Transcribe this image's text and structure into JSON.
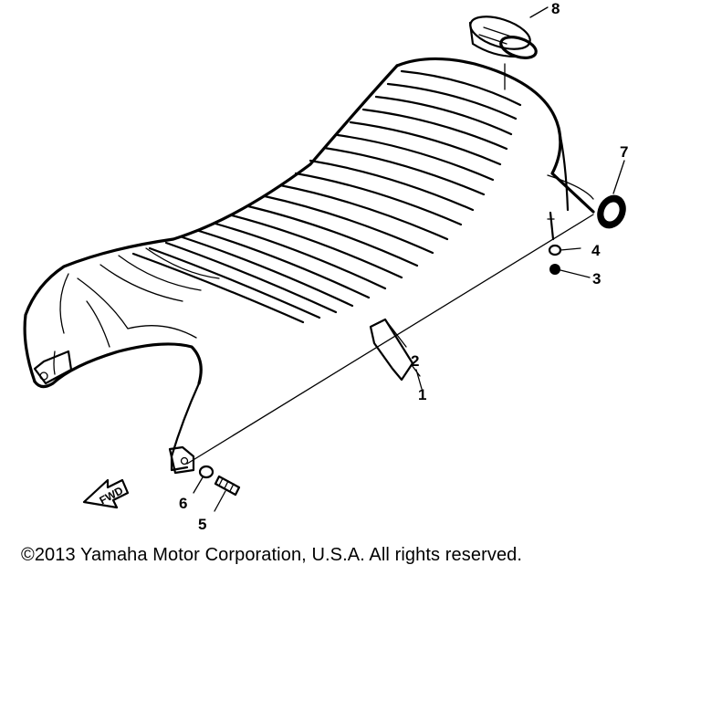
{
  "callouts": [
    {
      "id": "1",
      "label": "1"
    },
    {
      "id": "2",
      "label": "2"
    },
    {
      "id": "3",
      "label": "3"
    },
    {
      "id": "4",
      "label": "4"
    },
    {
      "id": "5",
      "label": "5"
    },
    {
      "id": "6",
      "label": "6"
    },
    {
      "id": "7",
      "label": "7"
    },
    {
      "id": "8",
      "label": "8"
    }
  ],
  "fwd_label": "FWD",
  "copyright": "©2013 Yamaha Motor Corporation, U.S.A. All rights reserved."
}
